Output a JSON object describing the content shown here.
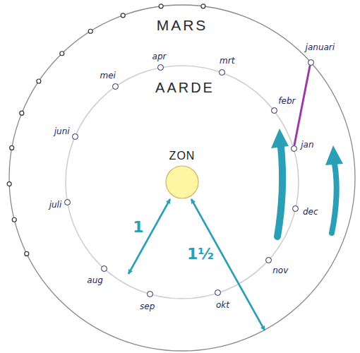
{
  "diagram": {
    "nodes": [
      {
        "text": [
          "ZON"
        ]
      },
      {
        "text": [
          "jan"
        ]
      },
      {
        "text": [
          "febr"
        ]
      },
      {
        "text": [
          "mrt"
        ]
      },
      {
        "text": [
          "apr"
        ]
      },
      {
        "text": [
          "mei"
        ]
      },
      {
        "text": [
          "juni"
        ]
      },
      {
        "text": [
          "juli"
        ]
      },
      {
        "text": [
          "aug"
        ]
      },
      {
        "text": [
          "sep"
        ]
      },
      {
        "text": [
          "okt"
        ]
      },
      {
        "text": [
          "nov"
        ]
      },
      {
        "text": [
          "dec"
        ]
      },
      {
        "text": [
          "januari"
        ]
      }
    ],
    "edges": [
      {
        "from": 1,
        "to": 13,
        "arrow": "none"
      }
    ],
    "labels": [
      "MARS",
      "AARDE",
      "1",
      "1½"
    ]
  }
}
